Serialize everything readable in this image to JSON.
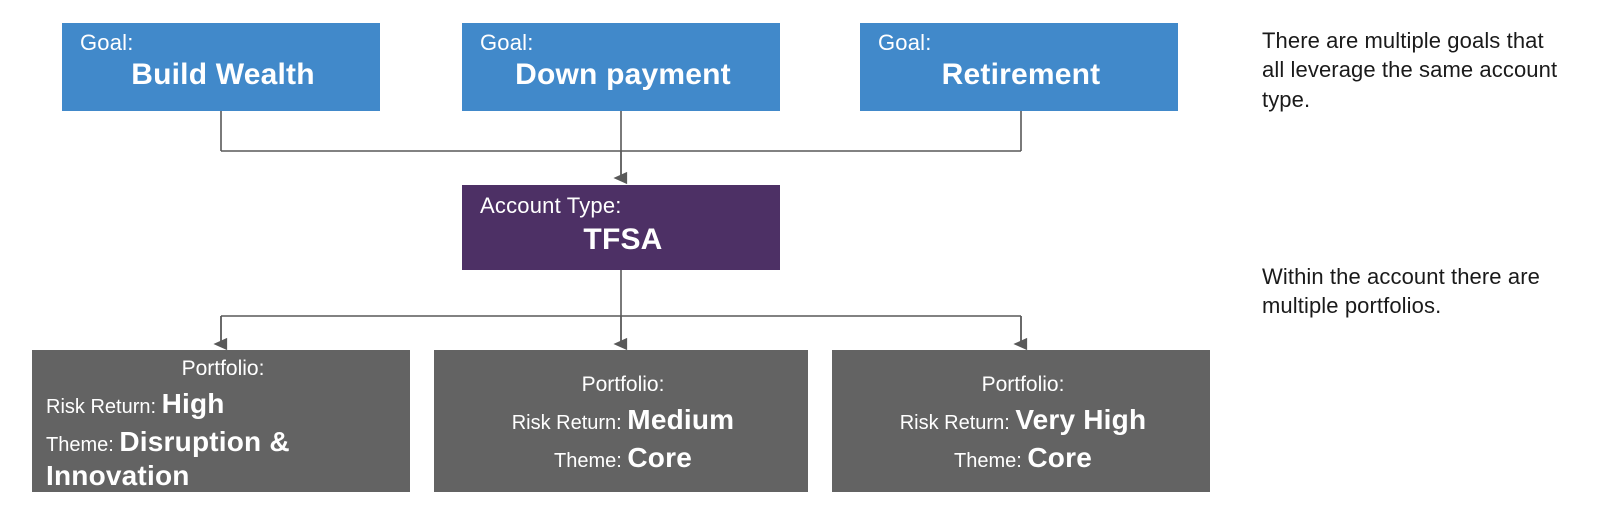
{
  "diagram": {
    "goals": [
      {
        "prefix": "Goal:",
        "name": "Build Wealth"
      },
      {
        "prefix": "Goal:",
        "name": "Down payment"
      },
      {
        "prefix": "Goal:",
        "name": "Retirement"
      }
    ],
    "account": {
      "prefix": "Account Type:",
      "name": "TFSA"
    },
    "portfolios": [
      {
        "title": "Portfolio:",
        "risk_label": "Risk Return:",
        "risk_value": "High",
        "theme_label": "Theme:",
        "theme_value": "Disruption & Innovation"
      },
      {
        "title": "Portfolio:",
        "risk_label": "Risk Return:",
        "risk_value": "Medium",
        "theme_label": "Theme:",
        "theme_value": "Core"
      },
      {
        "title": "Portfolio:",
        "risk_label": "Risk Return:",
        "risk_value": "Very High",
        "theme_label": "Theme:",
        "theme_value": "Core"
      }
    ],
    "notes": [
      {
        "text": "There are multiple goals that all leverage the same account type."
      },
      {
        "text": "Within the account there are multiple portfolios."
      }
    ],
    "colors": {
      "goal_fill": "#4189CA",
      "account_fill": "#4D3065",
      "portfolio_fill": "#636363",
      "connector": "#595959",
      "text_on_fill": "#FFFFFF",
      "note_text": "#1A1A1A",
      "background": "#FFFFFF"
    }
  }
}
